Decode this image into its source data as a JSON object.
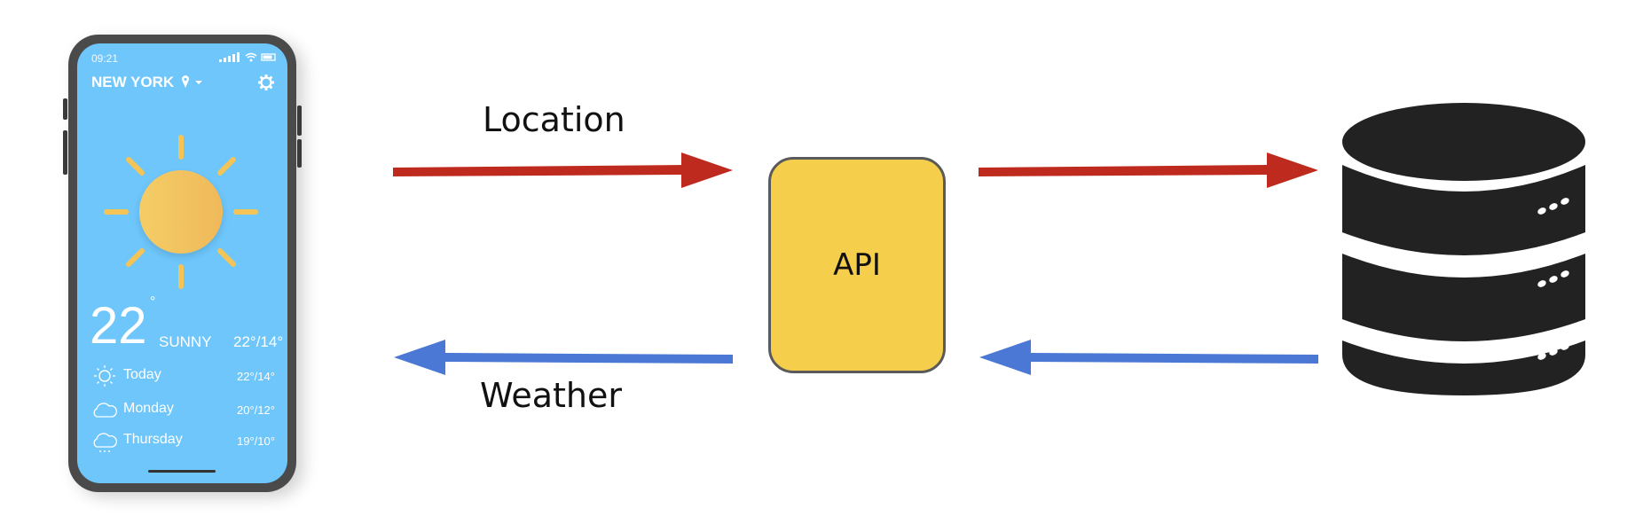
{
  "phone": {
    "status_time": "09:21",
    "city": "NEW YORK",
    "current_temp": "22",
    "degree_symbol": "°",
    "condition": "SUNNY",
    "current_range": "22°/14°",
    "forecast": [
      {
        "day": "Today",
        "range": "22°/14°",
        "icon": "sun-icon"
      },
      {
        "day": "Monday",
        "range": "20°/12°",
        "icon": "cloud-icon"
      },
      {
        "day": "Thursday",
        "range": "19°/10°",
        "icon": "rain-cloud-icon"
      }
    ]
  },
  "diagram": {
    "location_label": "Location",
    "weather_label": "Weather",
    "api_label": "API"
  },
  "colors": {
    "request_arrow": "#bf2a1f",
    "response_arrow": "#4a78d4",
    "api_box": "#f5cf4b",
    "database": "#222222",
    "phone_screen": "#6ec6fb"
  }
}
